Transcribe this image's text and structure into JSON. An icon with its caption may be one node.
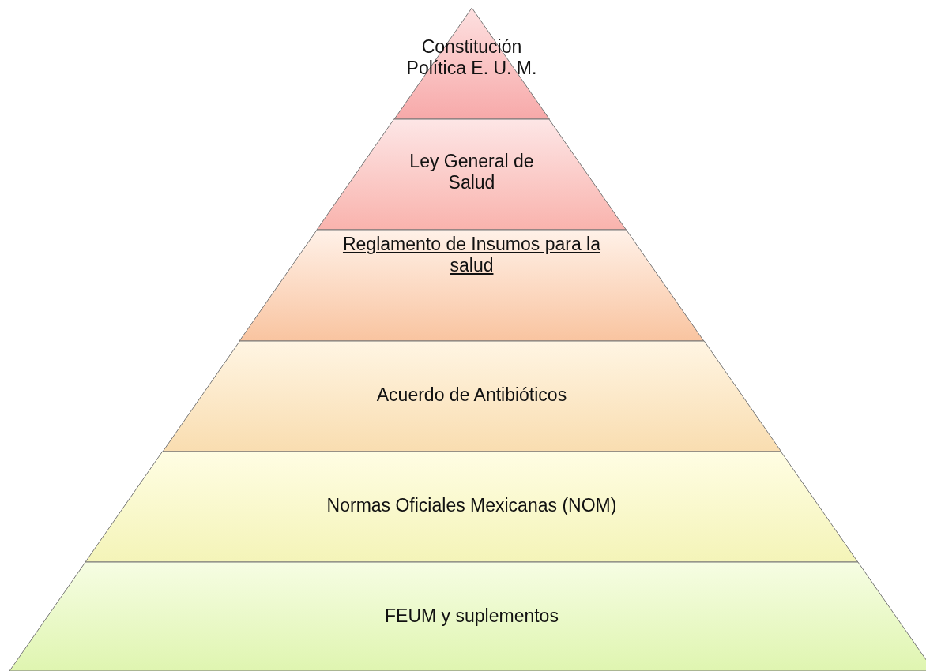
{
  "diagram": {
    "nodes": [
      {
        "text": [
          "Constitución Política E. U. M."
        ]
      },
      {
        "text": [
          "Ley General de Salud"
        ]
      },
      {
        "text": [
          "Reglamento de Insumos para la salud"
        ]
      },
      {
        "text": [
          "Acuerdo de Antibióticos"
        ]
      },
      {
        "text": [
          "Normas Oficiales Mexicanas (NOM)"
        ]
      },
      {
        "text": [
          "FEUM y suplementos"
        ]
      }
    ]
  }
}
